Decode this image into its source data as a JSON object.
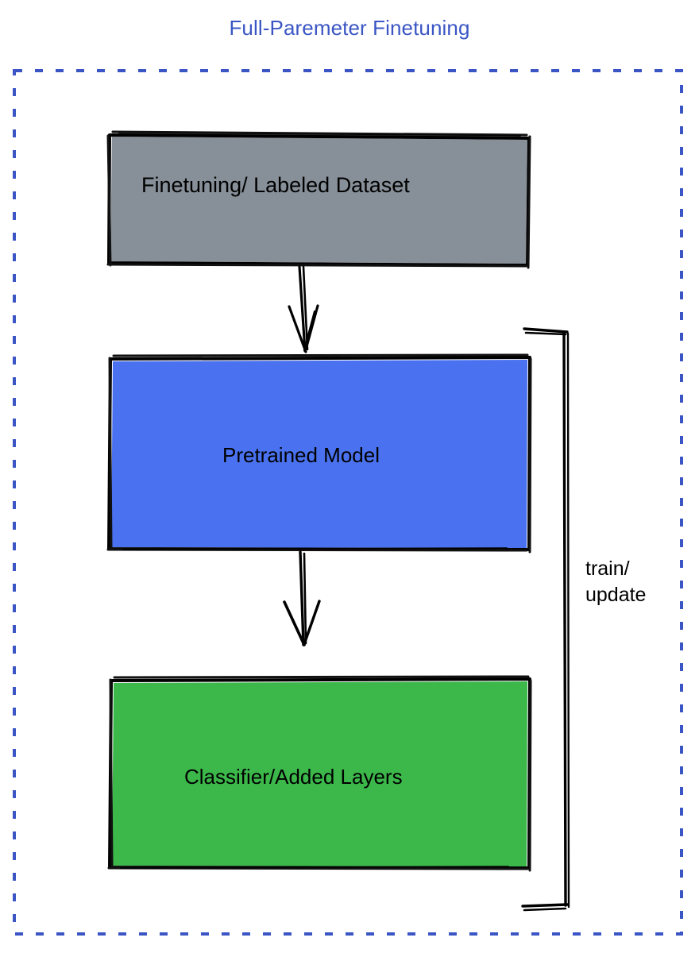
{
  "diagram": {
    "title": "Full-Paremeter Finetuning",
    "title_color": "#3b56c4",
    "background_color": "#ffffff",
    "outer_frame": {
      "style": "dashed",
      "color": "#3b56c4",
      "name": "finetuning-scope-frame"
    },
    "nodes": [
      {
        "id": "dataset",
        "label": "Finetuning/ Labeled Dataset",
        "fill": "#878f98",
        "stroke": "#000000",
        "shape": "rectangle",
        "style": "hand-drawn"
      },
      {
        "id": "pretrained-model",
        "label": "Pretrained Model",
        "fill": "#4a72f0",
        "stroke": "#000000",
        "shape": "rectangle",
        "style": "hand-drawn"
      },
      {
        "id": "classifier",
        "label": "Classifier/Added Layers",
        "fill": "#3cb84b",
        "stroke": "#000000",
        "shape": "rectangle",
        "style": "hand-drawn"
      }
    ],
    "edges": [
      {
        "id": "dataset-to-model",
        "from": "dataset",
        "to": "pretrained-model",
        "label": "",
        "arrow": "down",
        "color": "#000000"
      },
      {
        "id": "model-to-classifier",
        "from": "pretrained-model",
        "to": "classifier",
        "label": "",
        "arrow": "down",
        "color": "#000000"
      },
      {
        "id": "train-update-bracket",
        "from": "classifier",
        "to": "pretrained-model",
        "label_line1": "train/",
        "label_line2": "update",
        "arrow": "none",
        "color": "#000000"
      }
    ],
    "annotations": {
      "train_update": "train/\nupdate"
    }
  }
}
